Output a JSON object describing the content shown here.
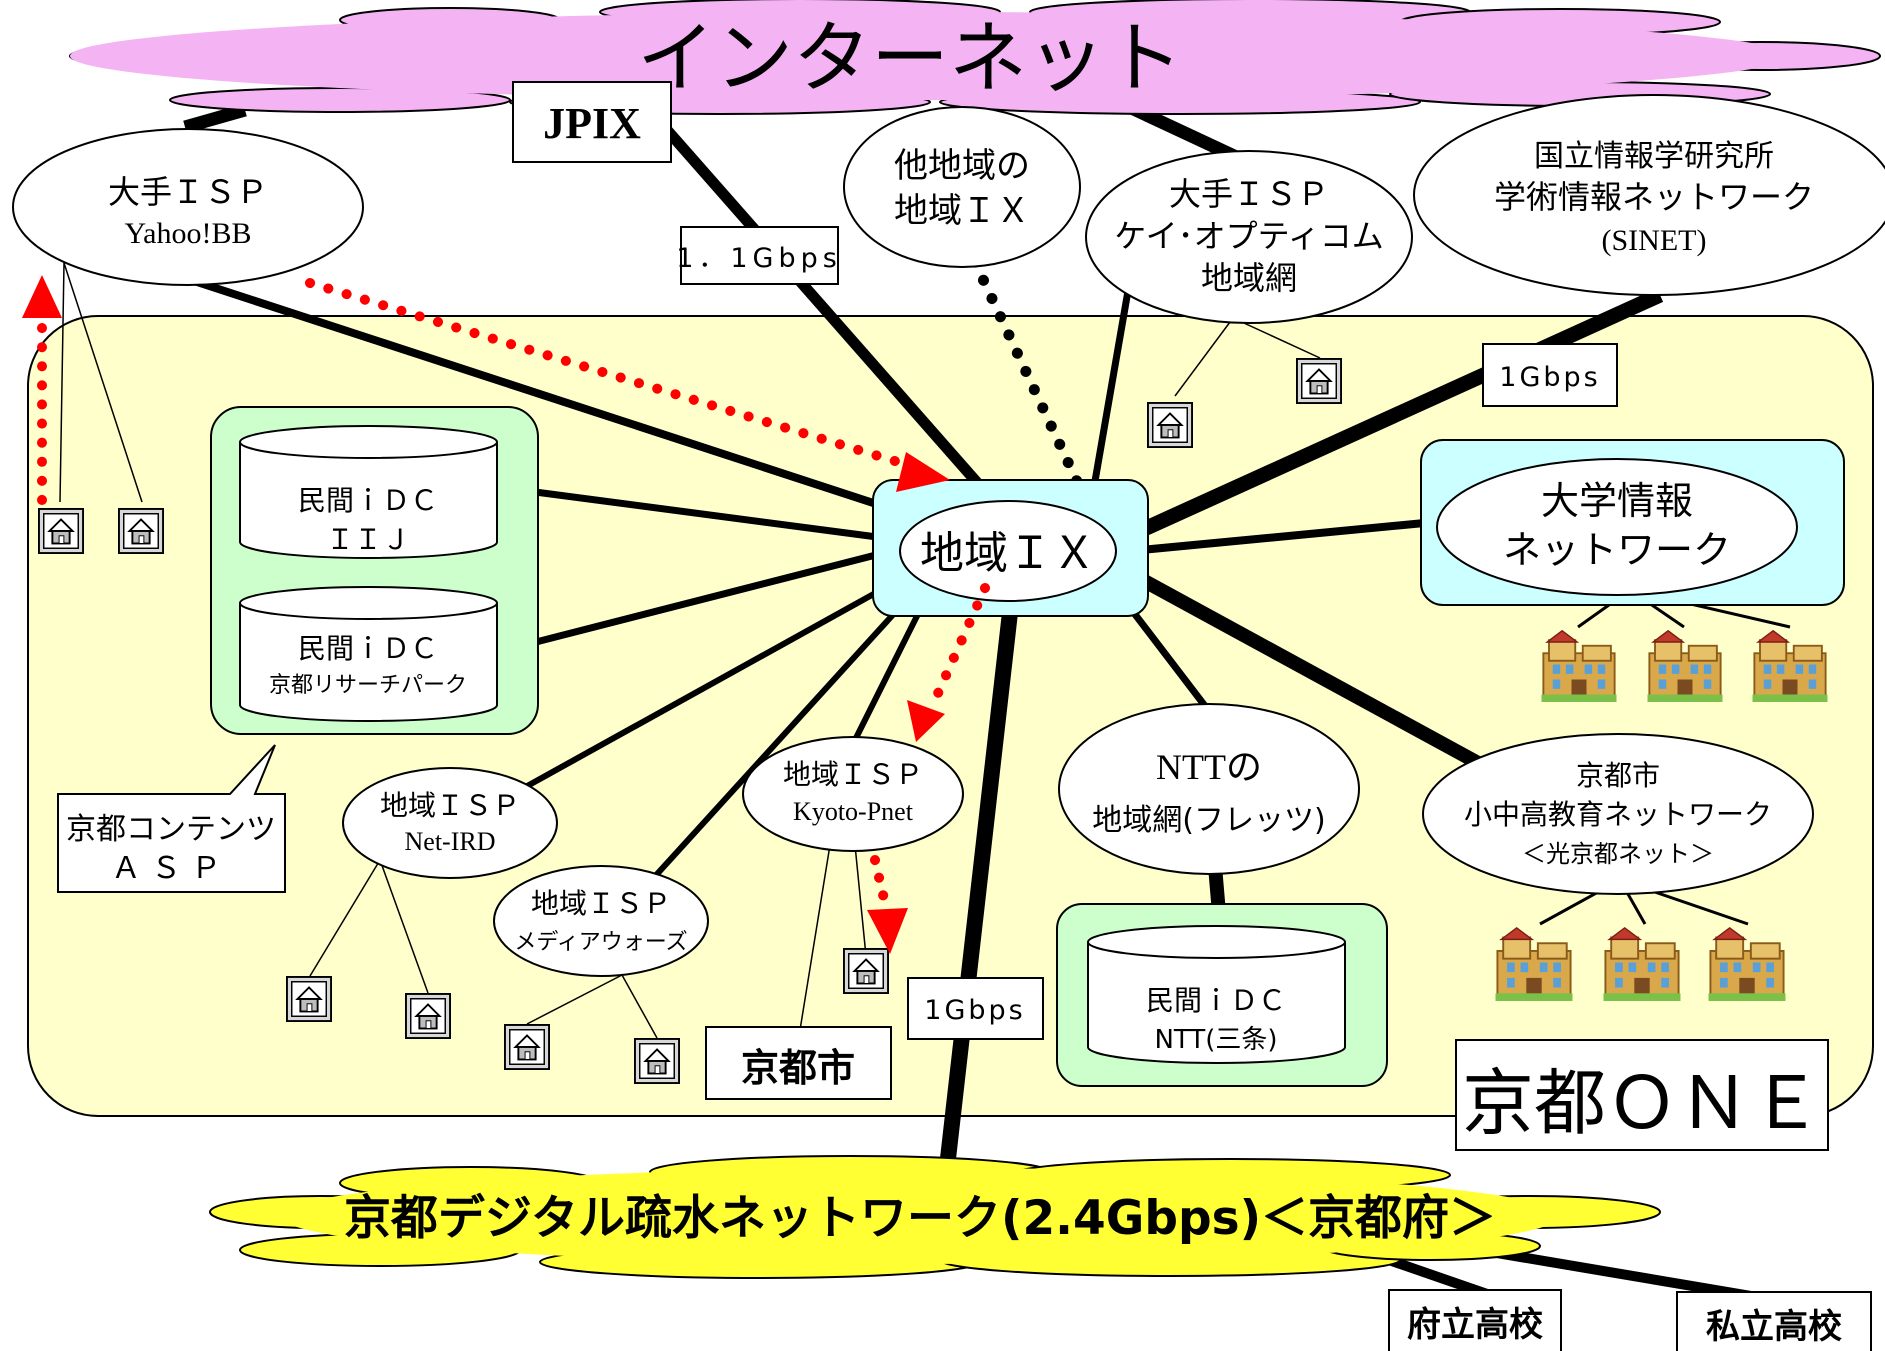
{
  "internet": "インターネット",
  "jpix": "JPIX",
  "link_11g": "1．1Gbps",
  "link_1g_sinet": "1Gbps",
  "link_1g_down": "1Gbps",
  "isp_yahoo": [
    "大手ＩＳＰ",
    "Yahoo!BB"
  ],
  "other_ix": [
    "他地域の",
    "地域ＩＸ"
  ],
  "isp_opticom": [
    "大手ＩＳＰ",
    "ケイ･オプティコム",
    "地域網"
  ],
  "sinet": [
    "国立情報学研究所",
    "学術情報ネットワーク",
    "(SINET)"
  ],
  "idc_iij": [
    "民間ｉＤＣ",
    "ＩＩＪ"
  ],
  "idc_krp": [
    "民間ｉＤＣ",
    "京都リサーチパーク"
  ],
  "contents": [
    "京都コンテンツ",
    "ＡＳＰ"
  ],
  "ix": "地域ＩＸ",
  "univ_net": [
    "大学情報",
    "ネットワーク"
  ],
  "isp_netird": [
    "地域ＩＳＰ",
    "Net-IRD"
  ],
  "isp_kyotopnet": [
    "地域ＩＳＰ",
    "Kyoto-Pnet"
  ],
  "isp_media": [
    "地域ＩＳＰ",
    "メディアウォーズ"
  ],
  "ntt_net": [
    "NTTの",
    "地域網(フレッツ)"
  ],
  "school_net": [
    "京都市",
    "小中高教育ネットワーク",
    "＜光京都ネット＞"
  ],
  "idc_ntt": [
    "民間ｉＤＣ",
    "NTT(三条)"
  ],
  "kyoto_city": "京都市",
  "kyoto_one": "京都ＯＮＥ",
  "sosui": "京都デジタル疏水ネットワーク(2.4Gbps)＜京都府＞",
  "fu_school": "府立高校",
  "private_school": "私立高校",
  "colors": {
    "cloud_pink": "#F4B4F4",
    "cloud_yellow": "#FFFF33",
    "region_bg": "#FFFFCC",
    "idc_group_bg": "#CCFFCC",
    "ix_bg": "#CCFFFF",
    "arrow_red": "#FF0000"
  }
}
